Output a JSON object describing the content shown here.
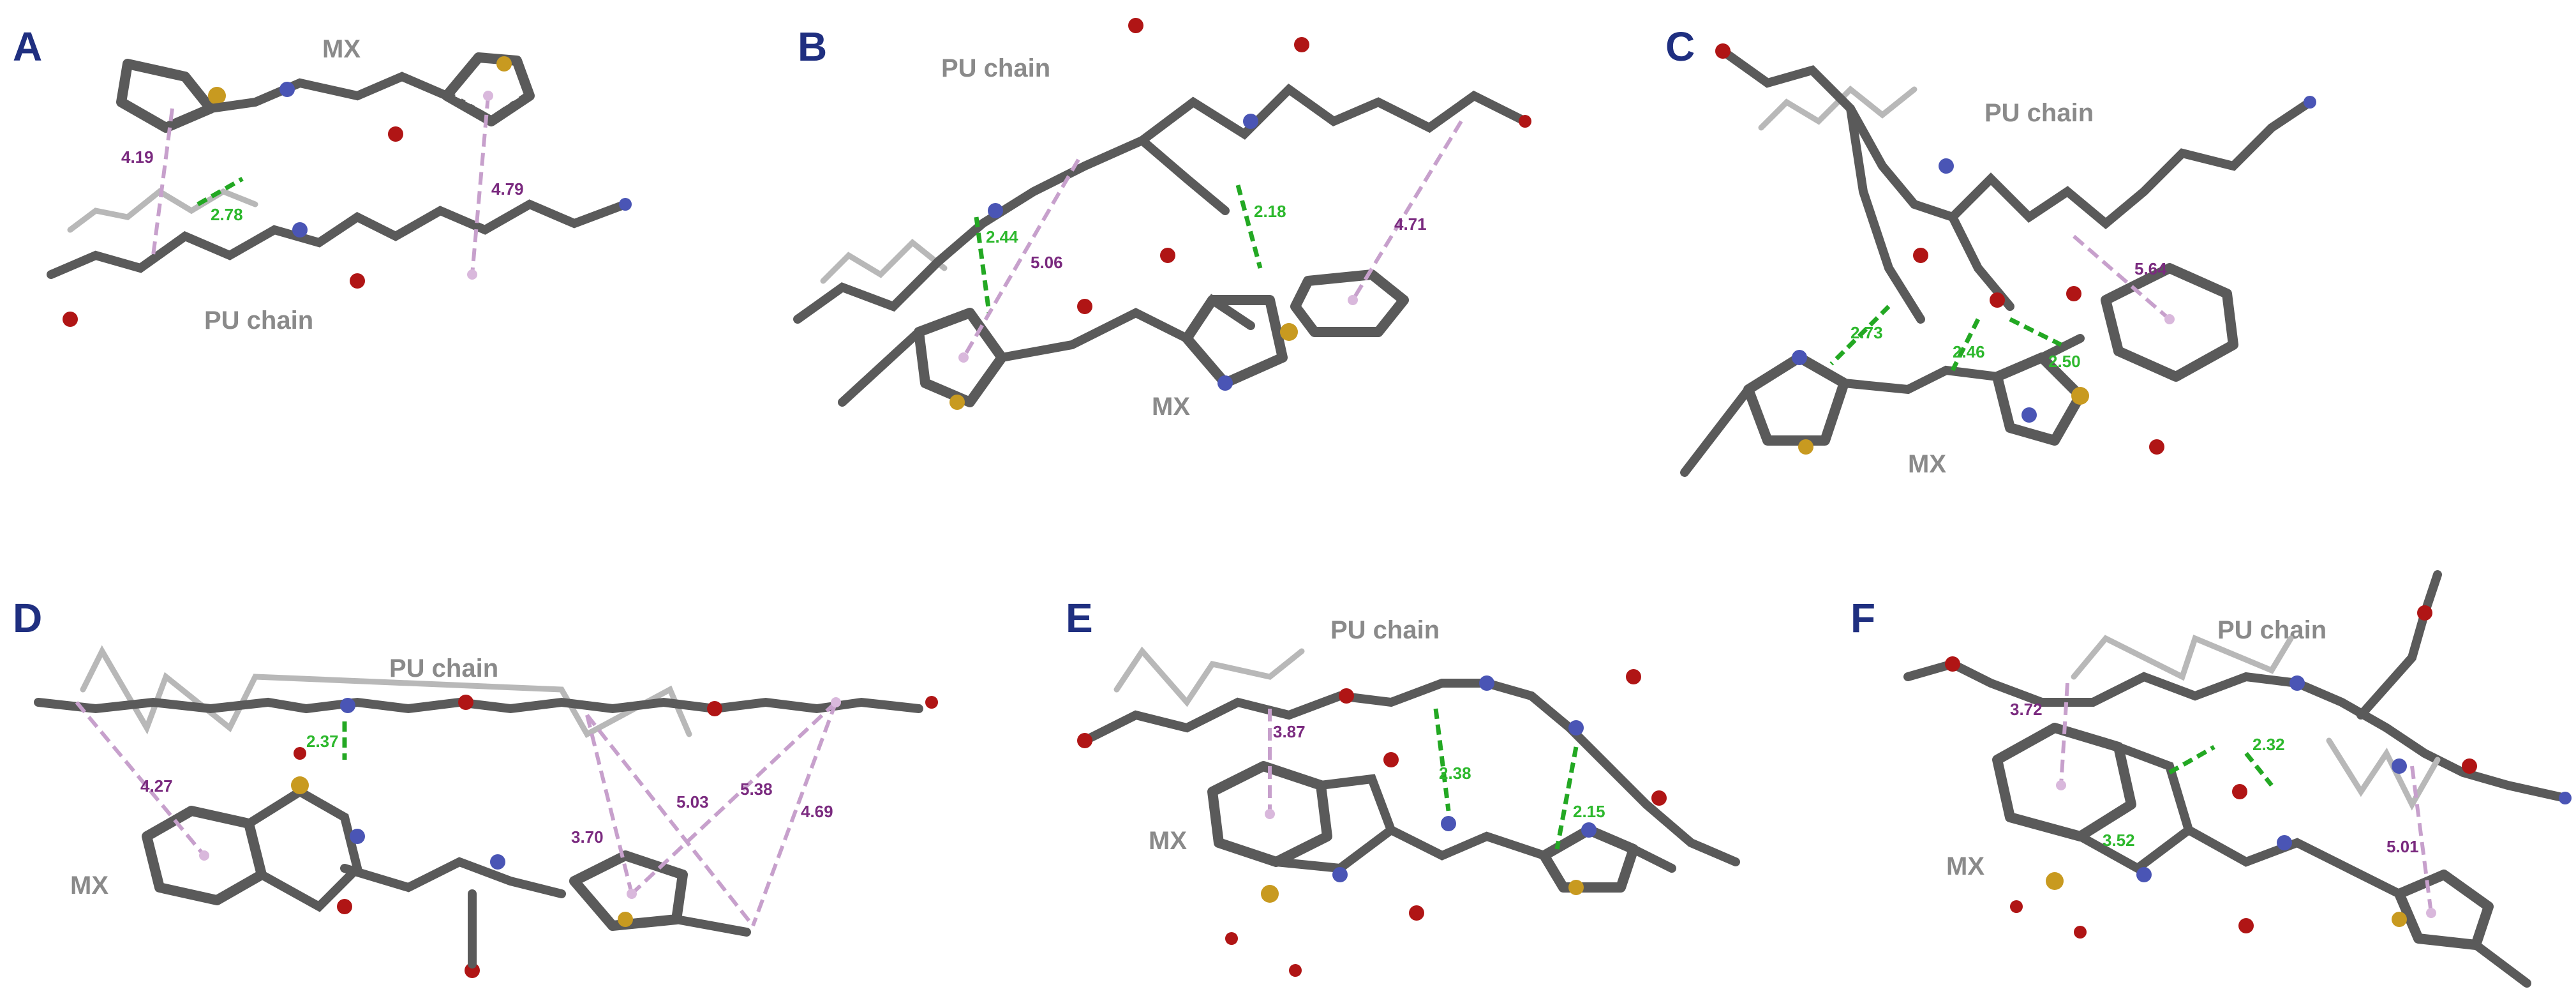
{
  "panels": [
    {
      "letter": "A",
      "chain_label": "PU chain",
      "drug_label": "MX",
      "green": [
        "2.78"
      ],
      "purple": [
        "4.19",
        "4.79"
      ]
    },
    {
      "letter": "B",
      "chain_label": "PU chain",
      "drug_label": "MX",
      "green": [
        "2.44",
        "2.18"
      ],
      "purple": [
        "5.06",
        "4.71"
      ]
    },
    {
      "letter": "C",
      "chain_label": "PU chain",
      "drug_label": "MX",
      "green": [
        "2.73",
        "2.46",
        "2.50"
      ],
      "purple": [
        "5.64"
      ]
    },
    {
      "letter": "D",
      "chain_label": "PU chain",
      "drug_label": "MX",
      "green": [
        "2.37"
      ],
      "purple": [
        "4.27",
        "3.70",
        "5.03",
        "5.38",
        "4.69"
      ]
    },
    {
      "letter": "E",
      "chain_label": "PU chain",
      "drug_label": "MX",
      "green": [
        "2.38",
        "2.15"
      ],
      "purple": [
        "3.87"
      ]
    },
    {
      "letter": "F",
      "chain_label": "PU chain",
      "drug_label": "MX",
      "green": [
        "2.32",
        "3.52"
      ],
      "purple": [
        "3.72",
        "5.01"
      ]
    }
  ],
  "colors": {
    "panel_letter": "#1f2f80",
    "label_gray": "#8a8a8a",
    "hbond_green": "#2db82d",
    "pi_purple": "#7a2a7f",
    "carbon": "#5a5a5a",
    "hydrogen": "#b8b8b8",
    "oxygen": "#b01515",
    "nitrogen": "#4a55b5",
    "sulfur": "#c89a20"
  }
}
